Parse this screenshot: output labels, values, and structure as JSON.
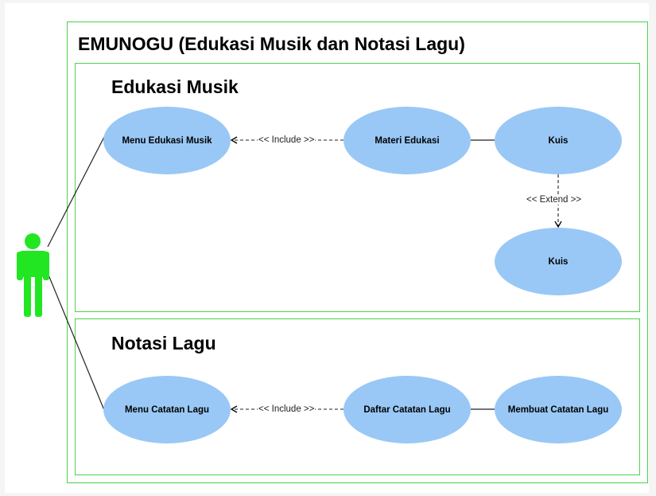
{
  "system": {
    "title": "EMUNOGU (Edukasi Musik dan Notasi Lagu)"
  },
  "packages": [
    {
      "title": "Edukasi Musik",
      "use_cases": [
        "Menu Edukasi Musik",
        "Materi Edukasi",
        "Kuis",
        "Kuis"
      ]
    },
    {
      "title": "Notasi Lagu",
      "use_cases": [
        "Menu Catatan Lagu",
        "Daftar Catatan Lagu",
        "Membuat Catatan Lagu"
      ]
    }
  ],
  "relations": {
    "include_1": "<< Include >>",
    "include_2": "<< Include >>",
    "extend": "<< Extend >>"
  },
  "colors": {
    "actor": "#22e622",
    "frame": "#4cd24c",
    "use_case_fill": "#99c8f6"
  }
}
